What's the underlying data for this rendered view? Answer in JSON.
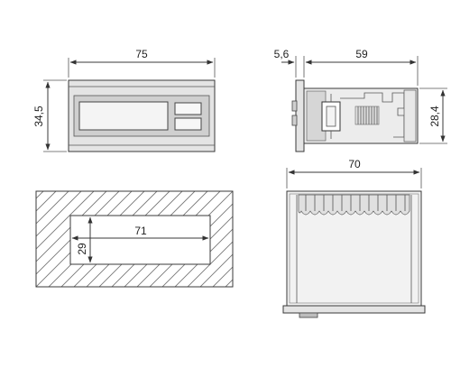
{
  "dimensions": {
    "front_width": "75",
    "front_height": "34,5",
    "side_bezel": "5,6",
    "side_depth": "59",
    "side_height": "28,4",
    "top_width": "70",
    "cutout_width": "71",
    "cutout_height": "29"
  },
  "colors": {
    "line": "#3a3a3a",
    "panel_fill": "#d9d9d9",
    "panel_dark": "#a8a8a8",
    "hatch": "#777777"
  }
}
